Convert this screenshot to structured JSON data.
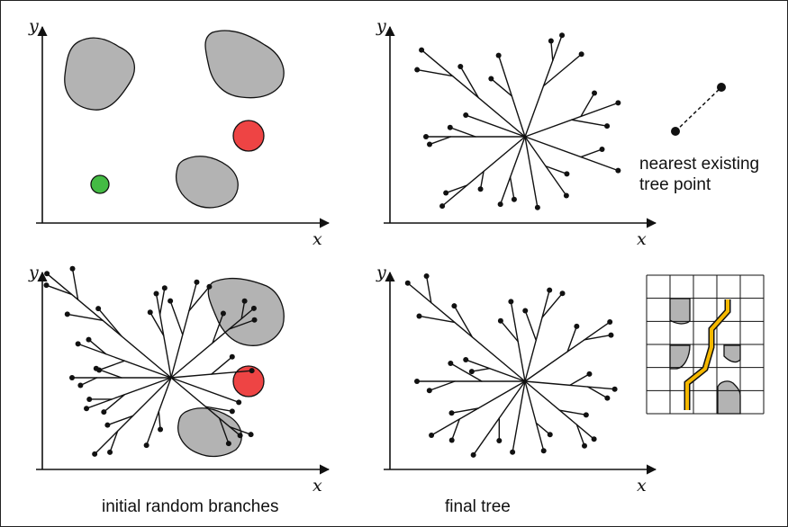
{
  "axes": {
    "x": "x",
    "y": "y"
  },
  "legend": {
    "line1": "nearest existing",
    "line2": "tree point"
  },
  "captions": {
    "bottom_left": "initial random branches",
    "bottom_right": "final tree"
  },
  "colors": {
    "goal": "#ee4444",
    "start": "#44bb44",
    "obstacle": "#b3b3b3",
    "path": "#f5b800"
  }
}
